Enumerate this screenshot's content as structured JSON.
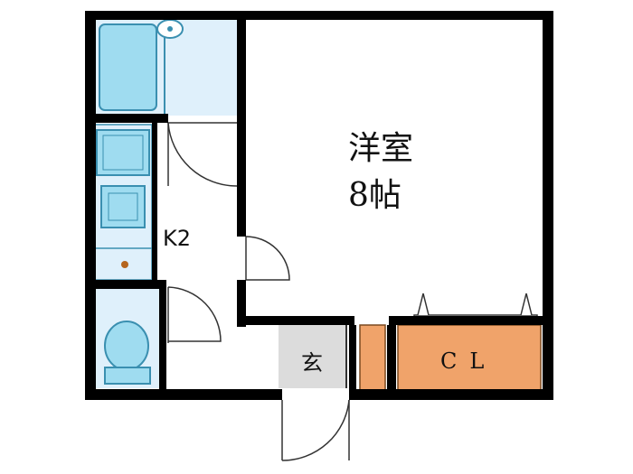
{
  "rooms": {
    "western_room_name": "洋室",
    "western_room_size": "8帖",
    "kitchen_label": "K2",
    "entrance_label": "玄",
    "closet_label": "CL"
  },
  "colors": {
    "wall": "#000000",
    "wet_area": "#dff0fb",
    "fixture_fill": "#9fdcf0",
    "fixture_stroke": "#3a8fb0",
    "closet": "#f0a36a",
    "entrance": "#dcdcdc",
    "stove_dot": "#b5651d"
  }
}
